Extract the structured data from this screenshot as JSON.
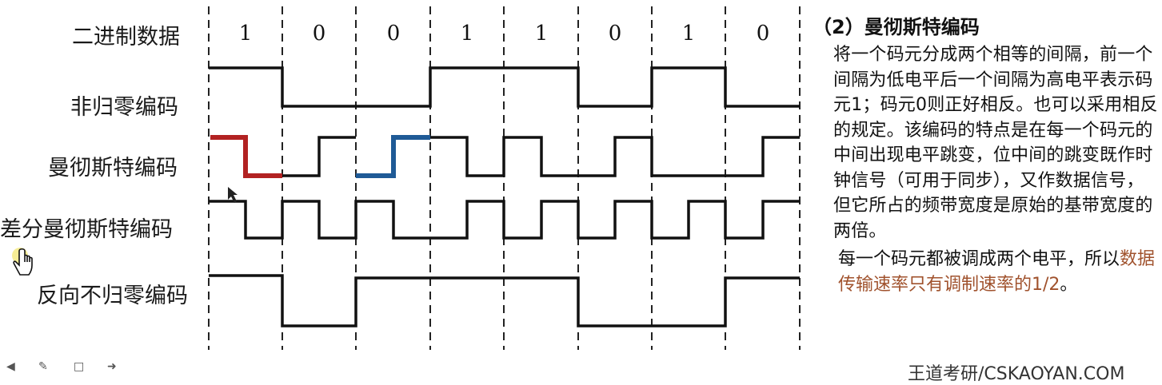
{
  "labels": {
    "binary": "二进制数据",
    "nrz": "非归零编码",
    "manchester": "曼彻斯特编码",
    "diff_manchester": "差分曼彻斯特编码",
    "nrzi": "反向不归零编码"
  },
  "bits": [
    "1",
    "0",
    "0",
    "1",
    "1",
    "0",
    "1",
    "0"
  ],
  "description": {
    "title": "（2）曼彻斯特编码",
    "paragraph1": "将一个码元分成两个相等的间隔，前一个间隔为低电平后一个间隔为高电平表示码元1；码元0则正好相反。也可以采用相反的规定。该编码的特点是在每一个码元的中间出现电平跳变，位中间的跳变既作时钟信号（可用于同步），又作数据信号，但它所占的频带宽度是原始的基带宽度的两倍。",
    "paragraph2_prefix": "每一个码元都被调成两个电平，所以",
    "paragraph2_highlight": "数据传输速率只有调制速率的1/2",
    "paragraph2_suffix": "。"
  },
  "footer": {
    "brand": "王道考研/CSKAOYAN.COM"
  },
  "colors": {
    "red_highlight": "#b22222",
    "blue_highlight": "#1f5a96",
    "text_highlight": "#a0522d"
  },
  "icons": [
    "cursor-hand-icon",
    "toolbar-back-icon",
    "toolbar-pen-icon",
    "toolbar-square-icon",
    "toolbar-forward-icon"
  ]
}
